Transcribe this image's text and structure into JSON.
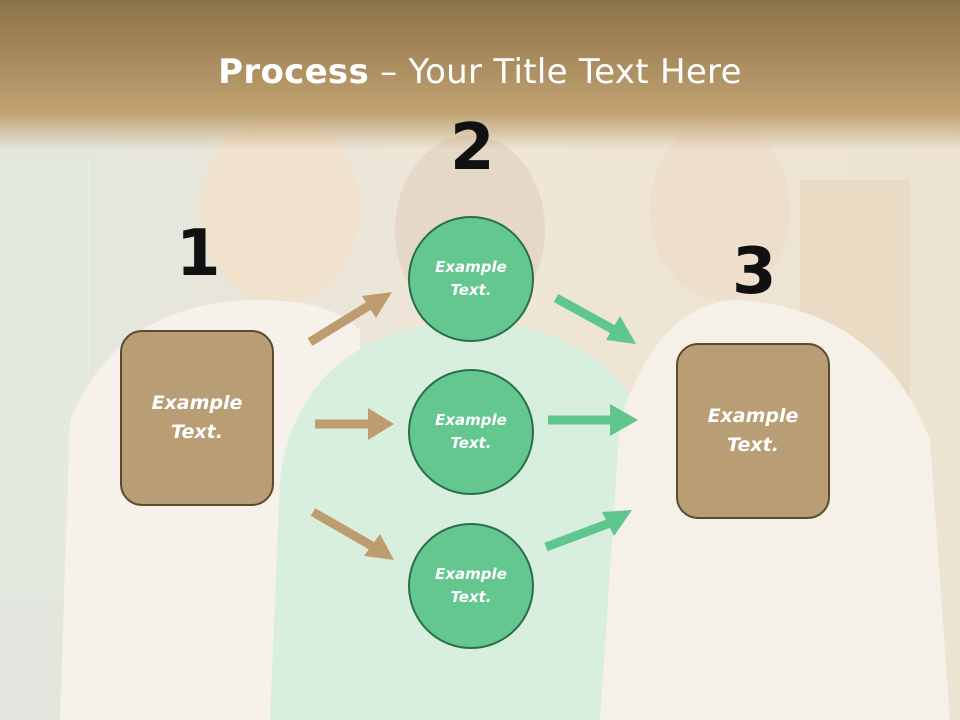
{
  "title": {
    "bold": "Process",
    "rest": " – Your Title Text Here"
  },
  "colors": {
    "brown": "#b89d75",
    "green": "#63c78f",
    "header": "#a98c5e"
  },
  "steps": [
    {
      "number": "1",
      "text": "Example\nText."
    },
    {
      "number": "2",
      "circles": [
        "Example\nText.",
        "Example\nText.",
        "Example\nText."
      ]
    },
    {
      "number": "3",
      "text": "Example\nText."
    }
  ]
}
